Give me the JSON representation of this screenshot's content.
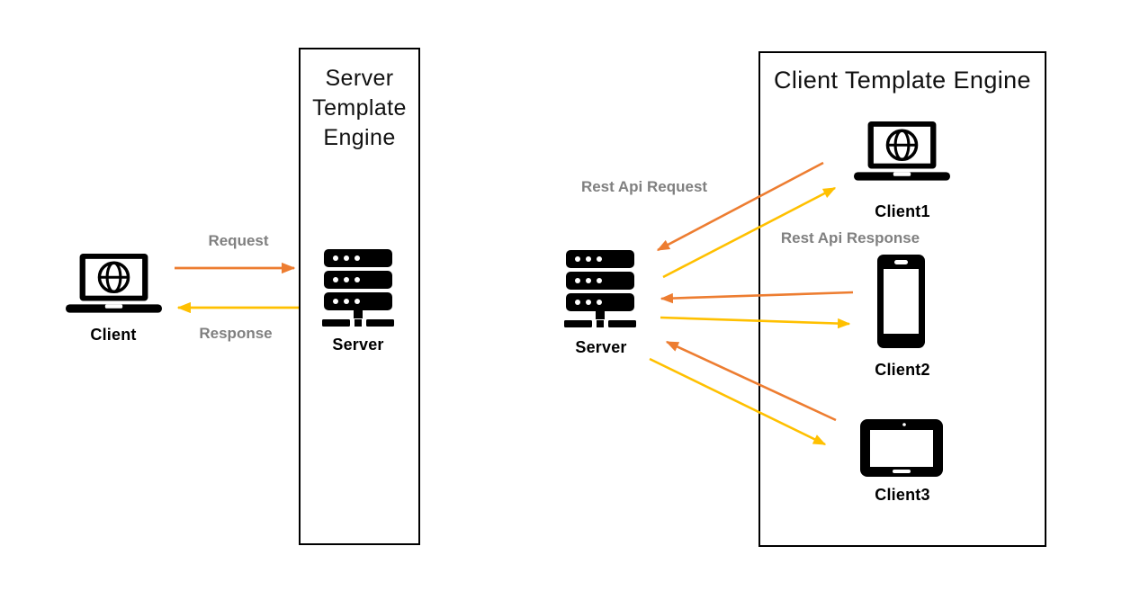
{
  "diagram": {
    "left_section": {
      "client_label": "Client",
      "request_label": "Request",
      "response_label": "Response",
      "box_title": "Server Template Engine",
      "server_label": "Server"
    },
    "right_section": {
      "box_title": "Client Template Engine",
      "server_label": "Server",
      "request_label": "Rest Api Request",
      "response_label": "Rest Api Response",
      "clients": [
        {
          "label": "Client1",
          "device": "laptop"
        },
        {
          "label": "Client2",
          "device": "smartphone"
        },
        {
          "label": "Client3",
          "device": "tablet"
        }
      ]
    },
    "icons": [
      "laptop-globe-icon",
      "server-rack-icon",
      "smartphone-icon",
      "tablet-icon"
    ],
    "colors": {
      "request_arrow": "#ED7D31",
      "response_arrow": "#FFC000",
      "muted_label": "#808080",
      "icon": "#000000"
    }
  }
}
